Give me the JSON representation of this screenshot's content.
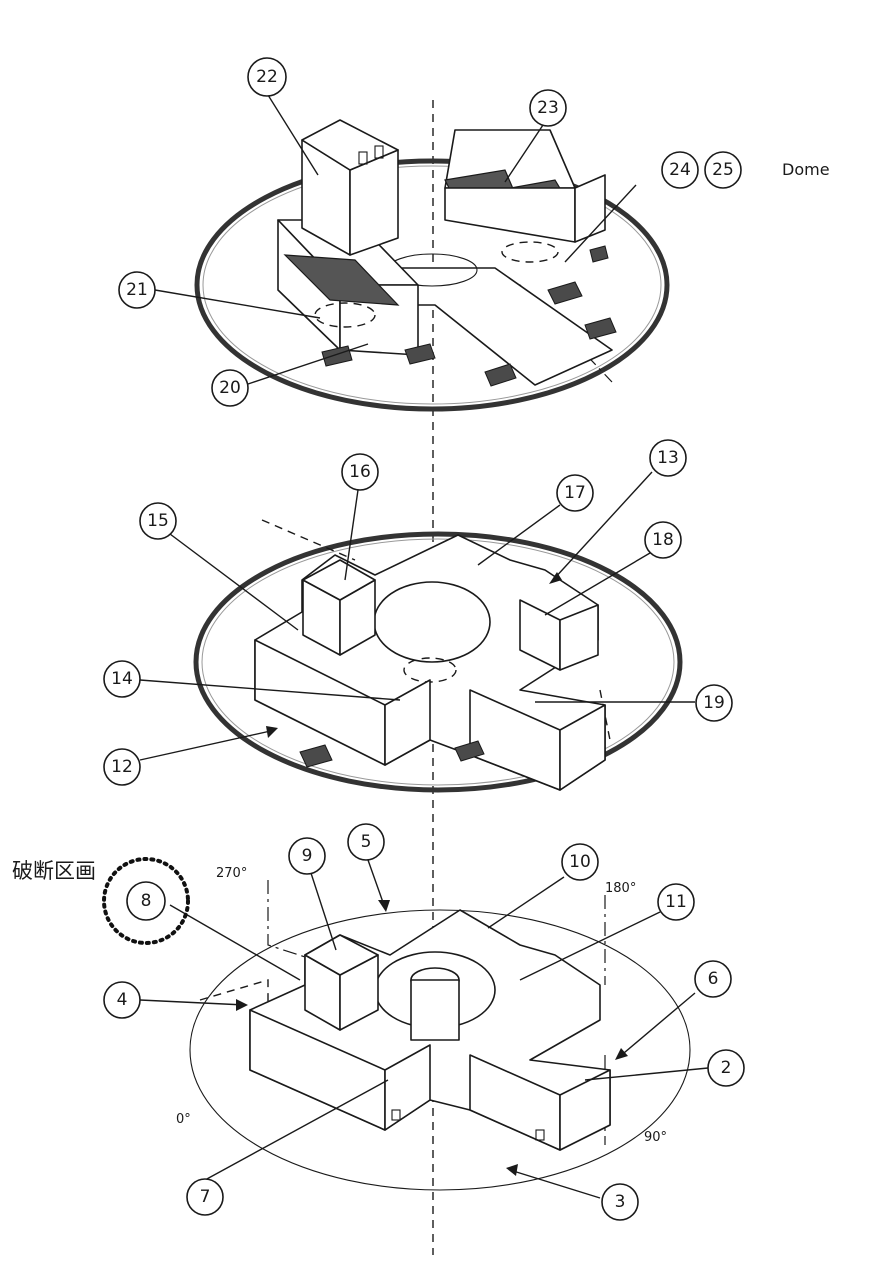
{
  "callouts": {
    "c2": "2",
    "c3": "3",
    "c4": "4",
    "c5": "5",
    "c6": "6",
    "c7": "7",
    "c8": "8",
    "c9": "9",
    "c10": "10",
    "c11": "11",
    "c12": "12",
    "c13": "13",
    "c14": "14",
    "c15": "15",
    "c16": "16",
    "c17": "17",
    "c18": "18",
    "c19": "19",
    "c20": "20",
    "c21": "21",
    "c22": "22",
    "c23": "23",
    "c24": "24",
    "c25": "25"
  },
  "labels": {
    "dome": "Dome",
    "broken_section": "破断区画"
  },
  "angles": {
    "a0": "0°",
    "a90": "90°",
    "a180": "180°",
    "a270": "270°"
  }
}
